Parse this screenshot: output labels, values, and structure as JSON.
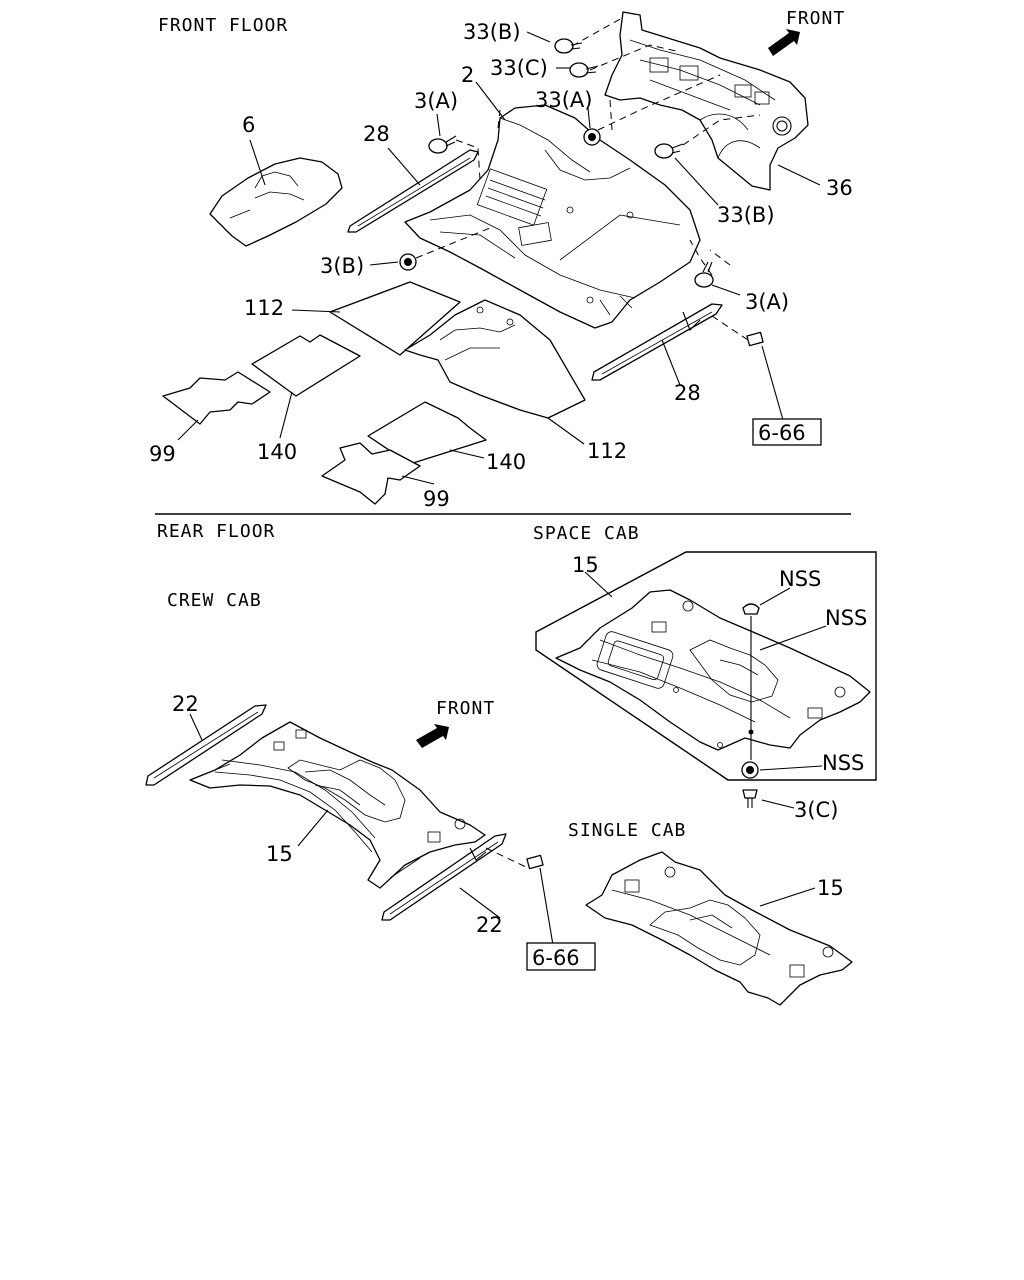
{
  "sections": {
    "front_floor": "FRONT FLOOR",
    "rear_floor": "REAR FLOOR",
    "crew_cab": "CREW CAB",
    "space_cab": "SPACE CAB",
    "single_cab": "SINGLE CAB"
  },
  "directions": {
    "front_top": "FRONT",
    "front_rear": "FRONT"
  },
  "callouts": {
    "c33b_top": "33(B)",
    "c33c": "33(C)",
    "c2": "2",
    "c33a": "33(A)",
    "c3a_top": "3(A)",
    "c6": "6",
    "c28_top": "28",
    "c36": "36",
    "c33b_bottom": "33(B)",
    "c3b": "3(B)",
    "c3a_right": "3(A)",
    "c112_top": "112",
    "c28_bottom": "28",
    "c99_left": "99",
    "c140_left": "140",
    "c140_mid": "140",
    "c112_bottom": "112",
    "c99_bottom": "99",
    "c15_space": "15",
    "nss_1": "NSS",
    "nss_2": "NSS",
    "nss_3": "NSS",
    "c3c": "3(C)",
    "c22_top": "22",
    "c15_crew": "15",
    "c22_bottom": "22",
    "c15_single": "15"
  },
  "references": {
    "ref_front": "6-66",
    "ref_rear": "6-66"
  }
}
